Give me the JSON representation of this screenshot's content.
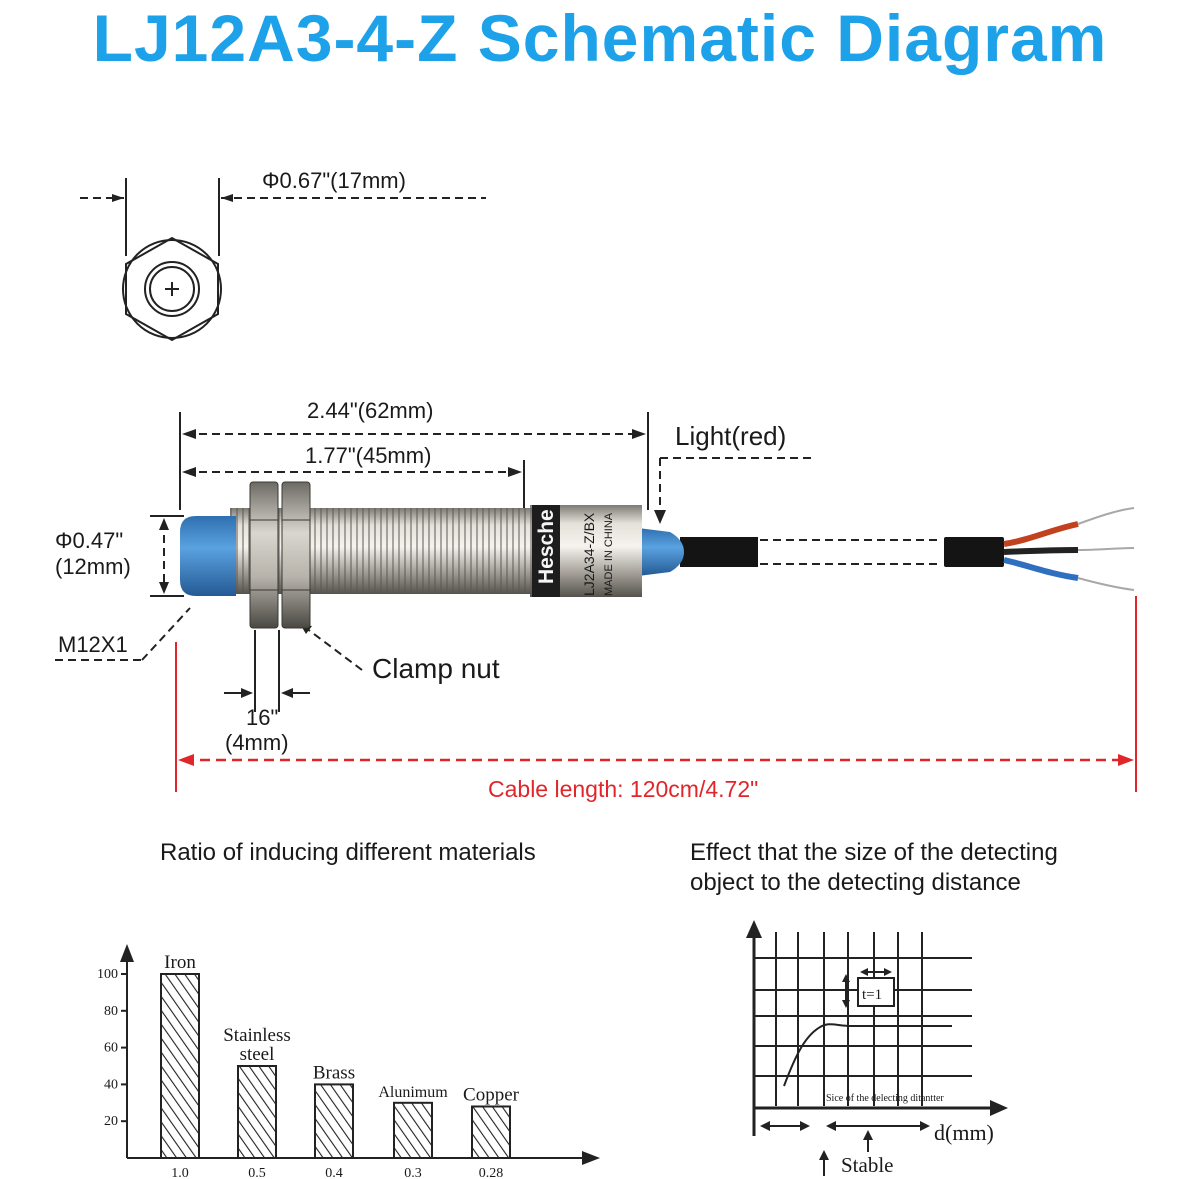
{
  "title": "LJ12A3-4-Z Schematic Diagram",
  "colors": {
    "title": "#1da1e8",
    "cable_dim": "#e0262a",
    "sensor_cap": "#3f86c9"
  },
  "top_view": {
    "diameter_label": "Φ0.67\"(17mm)"
  },
  "side_view": {
    "length_total": "2.44\"(62mm)",
    "length_thread": "1.77\"(45mm)",
    "light_label": "Light(red)",
    "diameter_label_1": "Φ0.47\"",
    "diameter_label_2": "(12mm)",
    "thread_label": "M12X1",
    "clamp_label": "Clamp nut",
    "nut_label_1": "16\"",
    "nut_label_2": "(4mm)",
    "cable_length": "Cable length: 120cm/4.72\"",
    "body_print_brand": "Hesche",
    "body_print_model": "LJ2A34-Z/BX",
    "body_print_origin": "MADE IN CHINA"
  },
  "materials_chart": {
    "heading": "Ratio of inducing different materials",
    "chart_data": {
      "type": "bar",
      "categories": [
        "Iron",
        "Stainless steel",
        "Brass",
        "Alunimum",
        "Copper"
      ],
      "values": [
        100,
        50,
        40,
        30,
        28
      ],
      "x_tick_labels": [
        "1.0",
        "0.5",
        "0.4",
        "0.3",
        "0.28"
      ],
      "y_ticks": [
        20,
        40,
        60,
        80,
        100
      ],
      "ylim": [
        0,
        110
      ],
      "grid": false,
      "legend": "none"
    }
  },
  "distance_chart": {
    "heading_1": "Effect that the size of the detecting",
    "heading_2": "object to the detecting distance",
    "inset_label": "t=1",
    "curve_label": "Sice of the delecting ditantter",
    "x_label": "d(mm)",
    "stable_label": "Stable"
  }
}
